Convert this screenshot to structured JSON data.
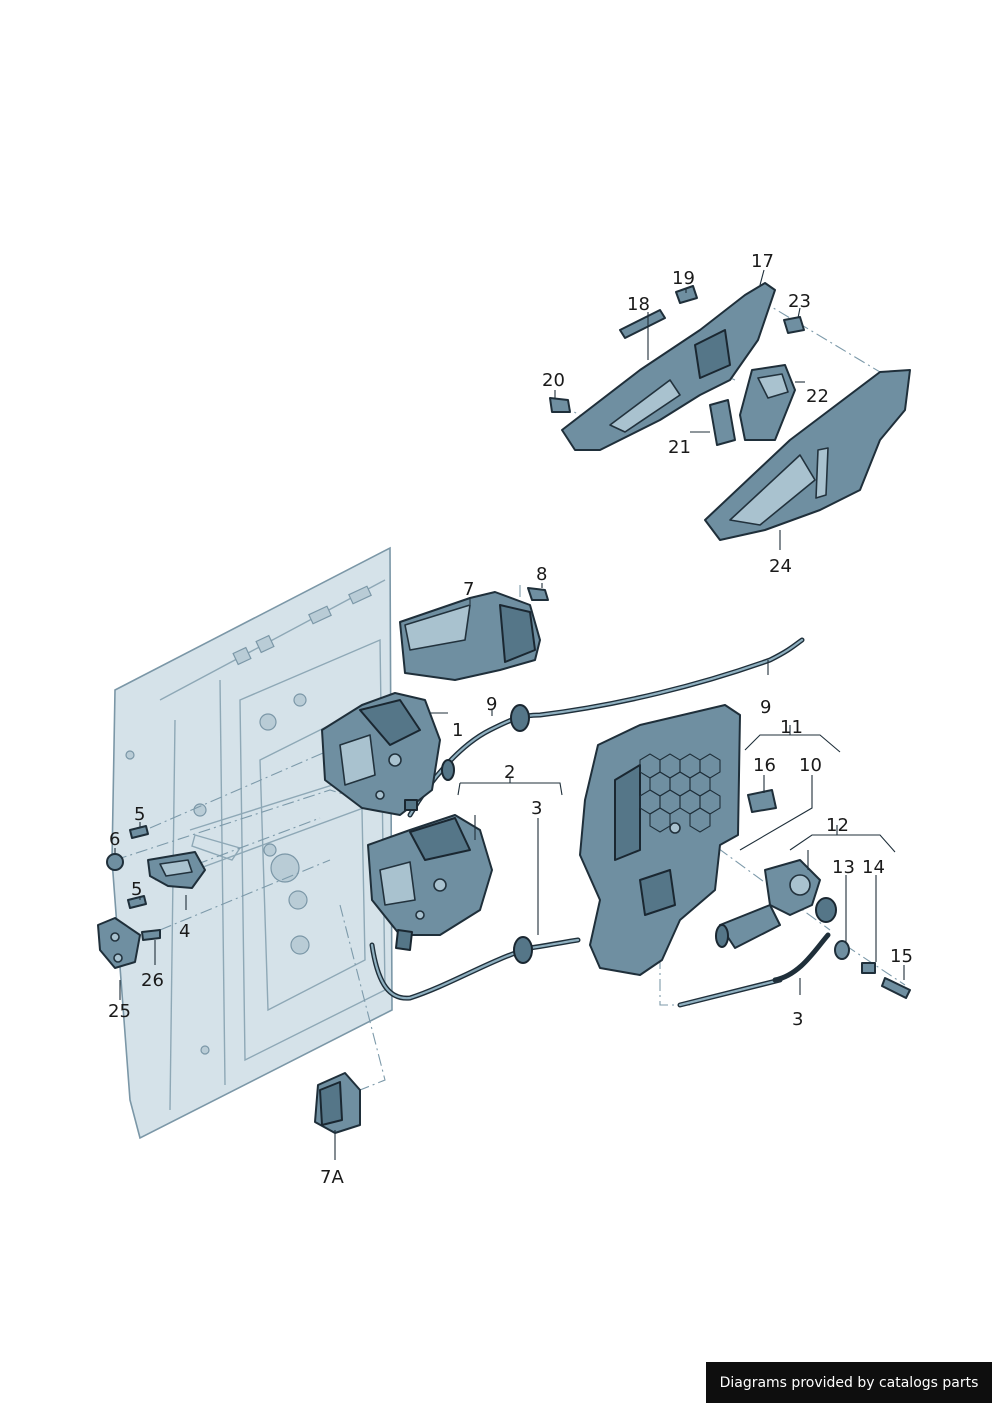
{
  "labels": {
    "l1": "1",
    "l2": "2",
    "l3a": "3",
    "l3b": "3",
    "l4": "4",
    "l5a": "5",
    "l5b": "5",
    "l6": "6",
    "l7": "7",
    "l7a": "7A",
    "l8": "8",
    "l9a": "9",
    "l9b": "9",
    "l10": "10",
    "l11": "11",
    "l12": "12",
    "l13": "13",
    "l14": "14",
    "l15": "15",
    "l16": "16",
    "l17": "17",
    "l18": "18",
    "l19": "19",
    "l20": "20",
    "l21": "21",
    "l22": "22",
    "l23": "23",
    "l24": "24",
    "l25": "25",
    "l26": "26"
  },
  "footer": {
    "credit": "Diagrams provided by catalogs parts"
  },
  "colors": {
    "part_fill": "#6f8fa1",
    "outline": "#1f2f3a",
    "door_panel": "#d5e2e9"
  }
}
